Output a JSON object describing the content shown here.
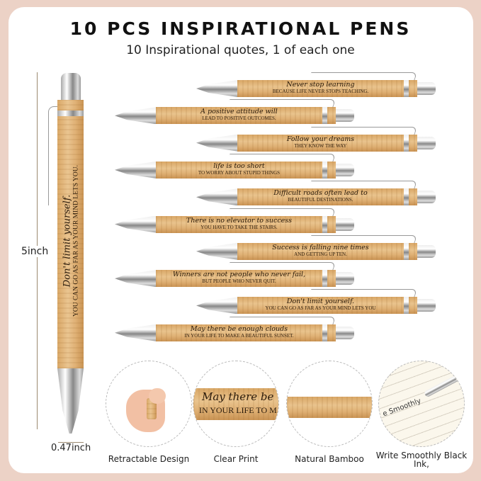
{
  "header": {
    "title": "10 PCS INSPIRATIONAL PENS",
    "subtitle": "10 Inspirational quotes,   1 of each one"
  },
  "featured_pen": {
    "quote_script": "Don't limit yourself.",
    "quote_caps": "YOU CAN GO AS FAR AS YOUR MIND LETS YOU.",
    "length_label": "5inch",
    "width_label": "0.47inch"
  },
  "pens": [
    {
      "script": "Never stop learning",
      "caps": "BECAUSE LIFE NEVER STOPS TEACHING."
    },
    {
      "script": "A positive attitude will",
      "caps": "LEAD TO POSITIVE OUTCOMES."
    },
    {
      "script": "Follow your dreams",
      "caps": "THEY KNOW THE WAY"
    },
    {
      "script": "life is too short",
      "caps": "TO WORRY ABOUT STUPID THINGS"
    },
    {
      "script": "Difficult roads often lead to",
      "caps": "BEAUTIFUL DESTINATIONS."
    },
    {
      "script": "There is no elevator to success",
      "caps": "YOU HAVE TO TAKE THE STAIRS."
    },
    {
      "script": "Success is falling nine times",
      "caps": "AND GETTING UP TEN."
    },
    {
      "script": "Winners are not people who never fail,",
      "caps": "BUT PEOPLE WHO NEVER QUIT."
    },
    {
      "script": "Don't limit yourself.",
      "caps": "YOU CAN GO AS FAR AS YOUR MIND LETS YOU"
    },
    {
      "script": "May there be enough clouds",
      "caps": "IN YOUR LIFE TO MAKE A BEAUTIFUL SUNSET."
    }
  ],
  "features": [
    {
      "label": "Retractable Design"
    },
    {
      "label": "Clear Print",
      "detail_script": "May there be",
      "detail_caps": "IN YOUR LIFE TO MAK"
    },
    {
      "label": "Natural Bamboo"
    },
    {
      "label": "Write Smoothly Black Ink,",
      "detail_text": "e Smoothly"
    }
  ],
  "colors": {
    "background": "#ecd2c6",
    "card": "#ffffff",
    "bamboo": "#e0b277"
  }
}
